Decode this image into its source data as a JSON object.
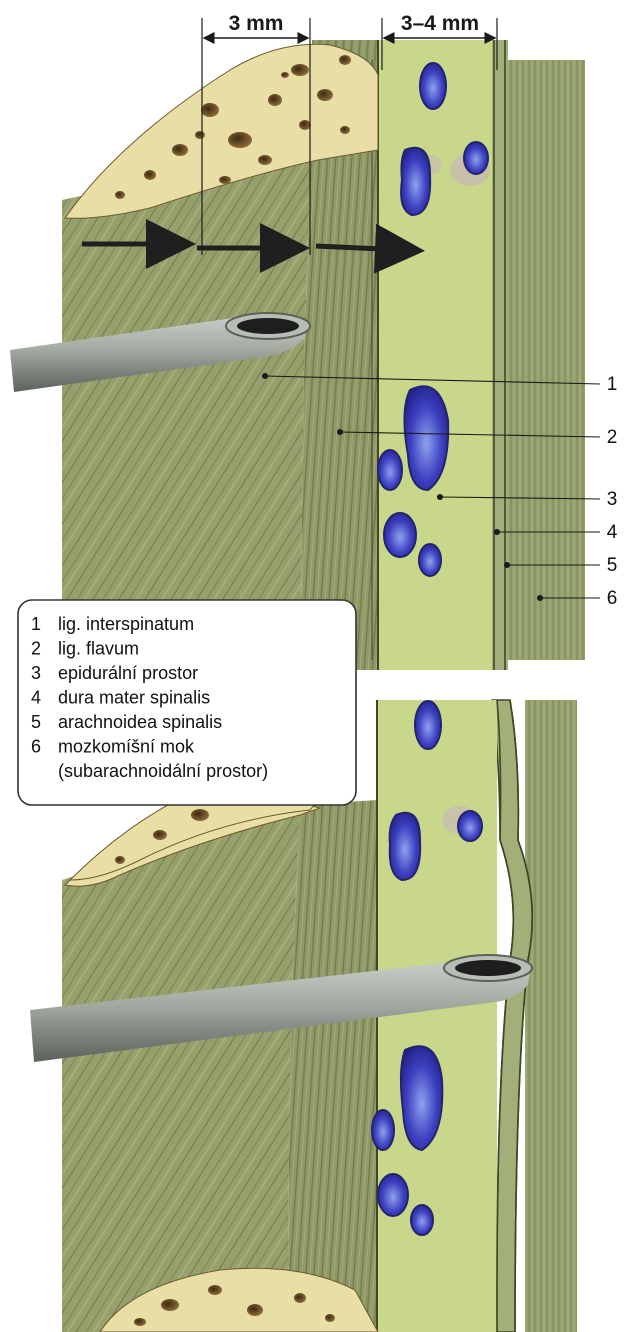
{
  "dimensions": {
    "left": "3 mm",
    "right": "3–4 mm"
  },
  "callouts": [
    "1",
    "2",
    "3",
    "4",
    "5",
    "6"
  ],
  "legend": {
    "items": [
      {
        "num": "1",
        "text": "lig. interspinatum"
      },
      {
        "num": "2",
        "text": "lig. flavum"
      },
      {
        "num": "3",
        "text": "epidurální prostor"
      },
      {
        "num": "4",
        "text": "dura mater spinalis"
      },
      {
        "num": "5",
        "text": "arachnoidea spinalis"
      },
      {
        "num": "6",
        "text": "mozkomíšní mok"
      }
    ],
    "continuation": "(subarachnoidální prostor)"
  },
  "colors": {
    "bone": "#e9dfa6",
    "bone_pore": "#6b4c22",
    "ligament": "#97a06c",
    "ligament_stripe": "#6f7a4a",
    "flavum": "#8f9866",
    "epidural": "#c8d78a",
    "dura": "#a6b37a",
    "csf": "#909c6a",
    "vein": "#3a3ab8",
    "vein_light": "#8a9ae8",
    "needle": "#9aa29a",
    "needle_dark": "#5e665f",
    "arrow": "#1f1f1f"
  },
  "icons": [
    "needle-icon",
    "needle-icon",
    "arrow-icon"
  ]
}
